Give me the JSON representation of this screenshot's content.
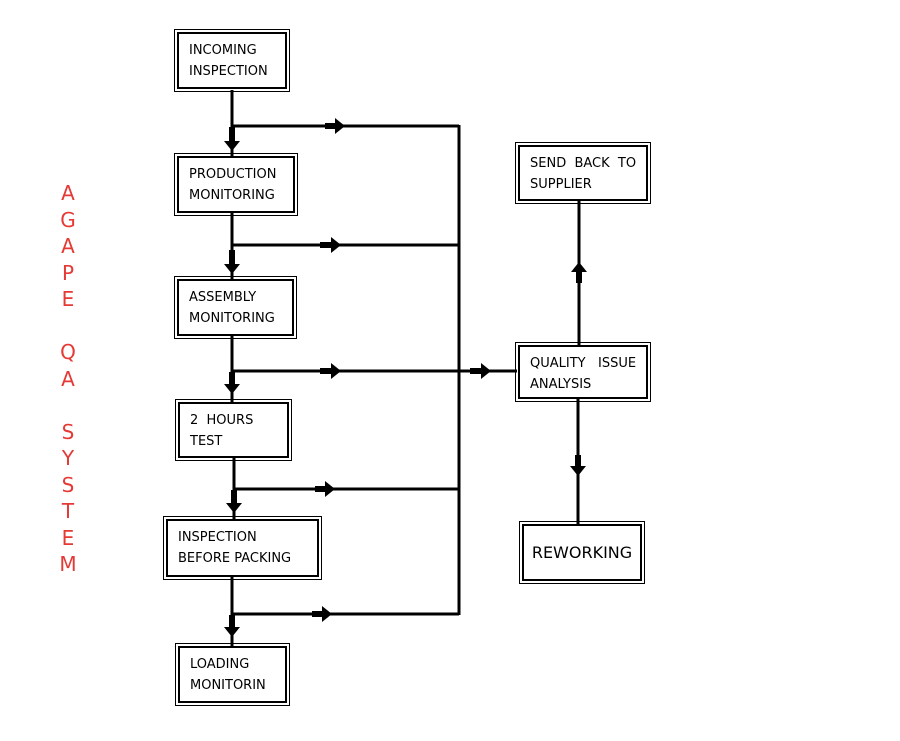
{
  "title": {
    "text": "AGAPE QA SYSTEM",
    "color": "#e53935"
  },
  "boxes": {
    "incoming": [
      "INCOMING",
      "INSPECTION"
    ],
    "production": [
      "PRODUCTION",
      "MONITORING"
    ],
    "assembly": [
      "ASSEMBLY",
      "MONITORING"
    ],
    "test": [
      "2  HOURS",
      "TEST"
    ],
    "packing": [
      "INSPECTION",
      "BEFORE PACKING"
    ],
    "loading": [
      "LOADING",
      "MONITORIN"
    ],
    "send_back": [
      "SEND  BACK  TO",
      "SUPPLIER"
    ],
    "quality": [
      "QUALITY   ISSUE",
      "ANALYSIS"
    ],
    "reworking": "REWORKING"
  },
  "colors": {
    "line": "#000000",
    "box_border": "#000000",
    "title": "#e53935"
  }
}
